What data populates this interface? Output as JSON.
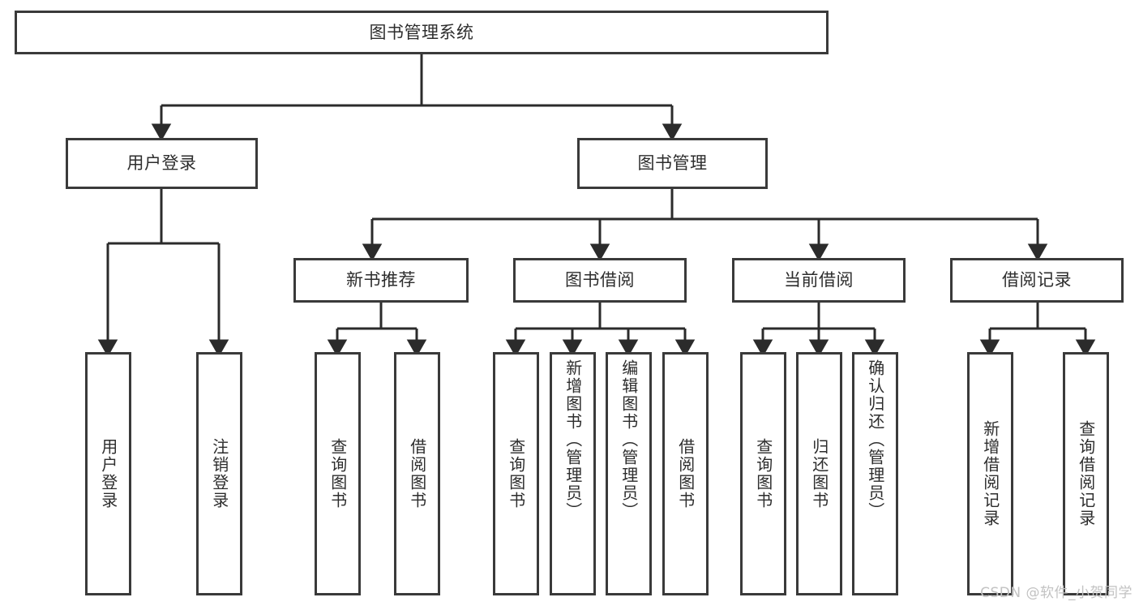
{
  "diagram": {
    "type": "tree",
    "title": "图书管理系统",
    "root": {
      "id": "root",
      "label": "图书管理系统"
    },
    "level1": [
      {
        "id": "user-login",
        "label": "用户登录"
      },
      {
        "id": "book-manage",
        "label": "图书管理"
      }
    ],
    "level2": [
      {
        "id": "new-book-recommend",
        "label": "新书推荐",
        "parent": "book-manage"
      },
      {
        "id": "book-borrow",
        "label": "图书借阅",
        "parent": "book-manage"
      },
      {
        "id": "current-borrow",
        "label": "当前借阅",
        "parent": "book-manage"
      },
      {
        "id": "borrow-record",
        "label": "借阅记录",
        "parent": "book-manage"
      }
    ],
    "leaves": [
      {
        "id": "leaf-user-login",
        "label": "用户登录",
        "parent": "user-login"
      },
      {
        "id": "leaf-user-logout",
        "label": "注销登录",
        "parent": "user-login"
      },
      {
        "id": "leaf-query-book-1",
        "label": "查询图书",
        "parent": "new-book-recommend"
      },
      {
        "id": "leaf-borrow-book-1",
        "label": "借阅图书",
        "parent": "new-book-recommend"
      },
      {
        "id": "leaf-query-book-2",
        "label": "查询图书",
        "parent": "book-borrow"
      },
      {
        "id": "leaf-add-book",
        "label": "新增图书（管理员）",
        "parent": "book-borrow"
      },
      {
        "id": "leaf-edit-book",
        "label": "编辑图书（管理员）",
        "parent": "book-borrow"
      },
      {
        "id": "leaf-borrow-book-2",
        "label": "借阅图书",
        "parent": "book-borrow"
      },
      {
        "id": "leaf-query-book-3",
        "label": "查询图书",
        "parent": "current-borrow"
      },
      {
        "id": "leaf-return-book",
        "label": "归还图书",
        "parent": "current-borrow"
      },
      {
        "id": "leaf-confirm-return",
        "label": "确认归还（管理员）",
        "parent": "current-borrow"
      },
      {
        "id": "leaf-add-record",
        "label": "新增借阅记录",
        "parent": "borrow-record"
      },
      {
        "id": "leaf-query-record",
        "label": "查询借阅记录",
        "parent": "borrow-record"
      }
    ],
    "colors": {
      "box_border": "#3a3a3a",
      "box_fill": "#ffffff",
      "edge": "#2b2b2b",
      "text": "#2d2d2d",
      "watermark": "#c2c2c2",
      "background": "#ffffff"
    }
  },
  "watermark": {
    "text": "CSDN @软件_小贺同学"
  }
}
